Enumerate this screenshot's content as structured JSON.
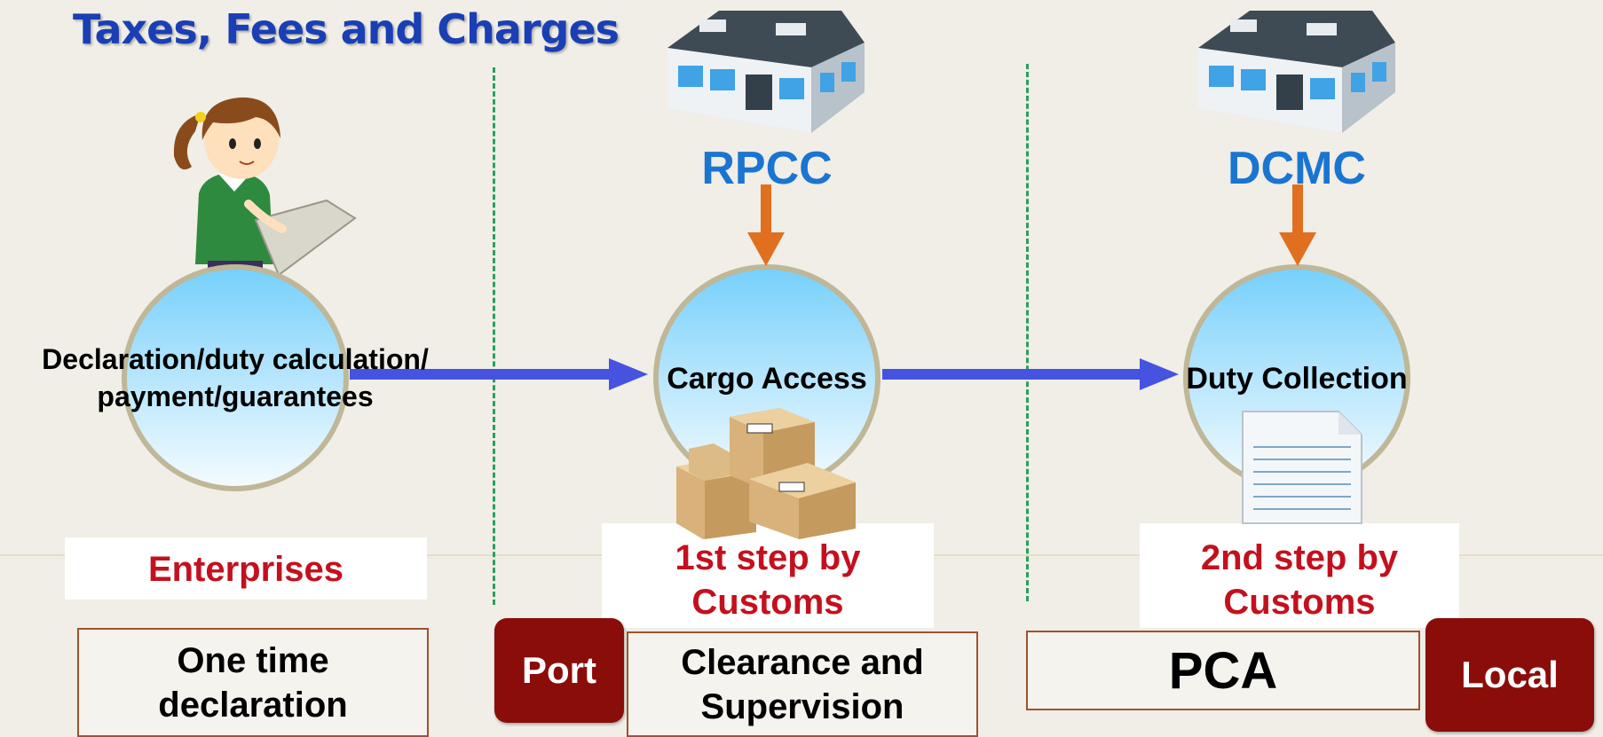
{
  "title": "Taxes, Fees and Charges",
  "nodes": {
    "enterprise": {
      "text": "Declaration/duty calculation/\npayment/guarantees"
    },
    "cargo": {
      "text": "Cargo Access"
    },
    "duty": {
      "text": "Duty Collection"
    }
  },
  "orgs": {
    "rpcc": "RPCC",
    "dcmc": "DCMC"
  },
  "labels": {
    "enterprises": "Enterprises",
    "step1": "1st step by\nCustoms",
    "step2": "2nd step by\nCustoms"
  },
  "bottom": {
    "one_time": "One time\ndeclaration",
    "port": "Port",
    "clearance": "Clearance and\nSupervision",
    "pca": "PCA",
    "local": "Local"
  },
  "colors": {
    "title": "#1a3fb5",
    "org": "#1a75d1",
    "red_label": "#c4101e",
    "dark_box": "#8b0d0a",
    "flow_arrow": "#4653e0",
    "down_arrow": "#e07020",
    "divider": "#2e9d5d"
  },
  "icons": {
    "person": "person-with-tablet-icon",
    "building1": "building-icon",
    "building2": "building-icon",
    "boxes": "cardboard-boxes-icon",
    "document": "document-icon"
  }
}
